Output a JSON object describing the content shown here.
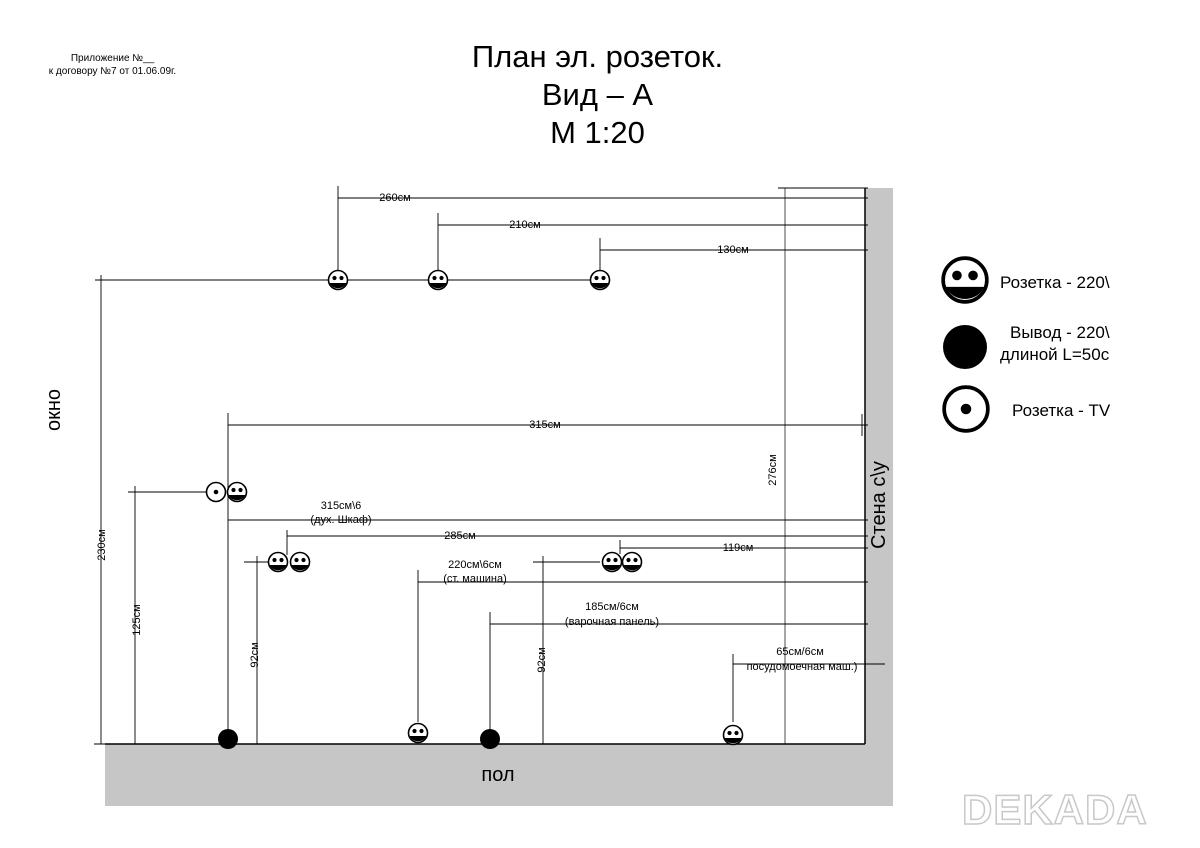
{
  "attachment": {
    "line1": "Приложение №__",
    "line2": "к договору №7 от 01.06.09г."
  },
  "title": {
    "line1": "План эл. розеток.",
    "line2": "Вид – А",
    "line3": "М 1:20"
  },
  "labels": {
    "window": "окно",
    "floor": "пол",
    "wall": "Стена с\\у"
  },
  "dimensions": {
    "d260": "260см",
    "d210": "210см",
    "d130": "130см",
    "d315": "315см",
    "d315b_1": "315см\\6",
    "d315b_2": "(дух. Шкаф)",
    "d285": "285см",
    "d119": "119см",
    "d220_1": "220см\\6см",
    "d220_2": "(ст. машина)",
    "d185_1": "185см/6см",
    "d185_2": "(варочная панель)",
    "d65_1": "65см/6см",
    "d65_2": "посудомоечная маш.)",
    "v230": "230см",
    "v125": "125см",
    "v92a": "92см",
    "v92b": "92см",
    "v276": "276см"
  },
  "legend": {
    "socket220": "Розетка - 220\\",
    "outlet_1": "Вывод - 220\\",
    "outlet_2": "длиной L=50с",
    "tv": "Розетка - TV"
  },
  "logo": "DEKADA"
}
